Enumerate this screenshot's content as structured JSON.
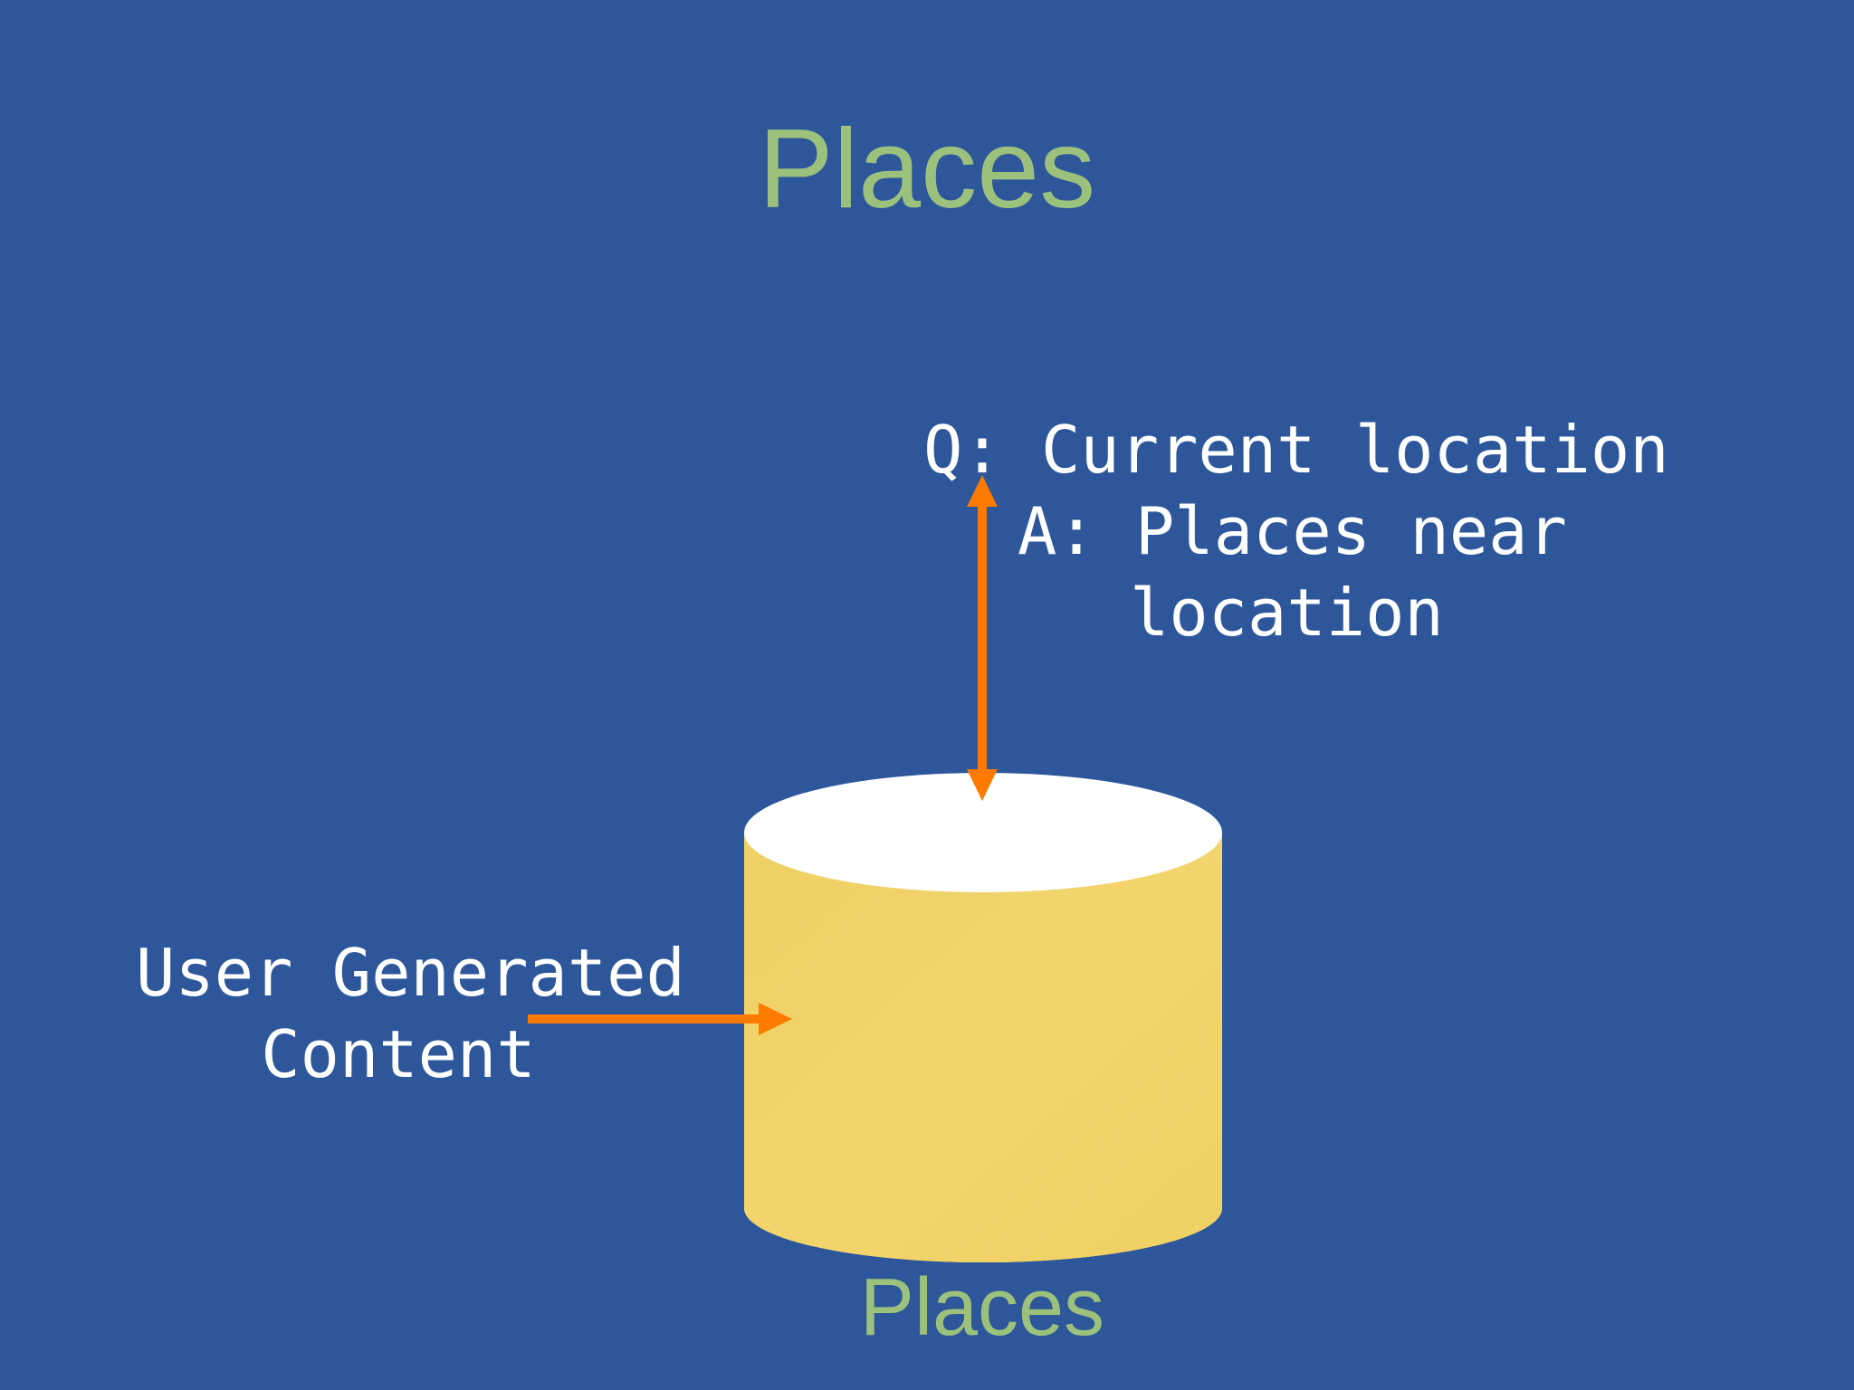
{
  "slide": {
    "title": "Places",
    "query": {
      "q_line": "Q: Current location",
      "a_line1": "A: Places near",
      "a_line2": "location"
    },
    "input": {
      "line1": "User Generated",
      "line2": "Content"
    },
    "database": {
      "label": "Places"
    }
  },
  "colors": {
    "background": "#2D579A",
    "title": "#9CC17C",
    "text": "#FFFFFF",
    "arrow": "#FF7A00",
    "cylinder_body": "#F0D368",
    "cylinder_top": "#FFFFFF"
  },
  "icons": {
    "database": "database-cylinder-icon",
    "query_arrow": "double-arrow-icon",
    "input_arrow": "arrow-right-icon"
  }
}
